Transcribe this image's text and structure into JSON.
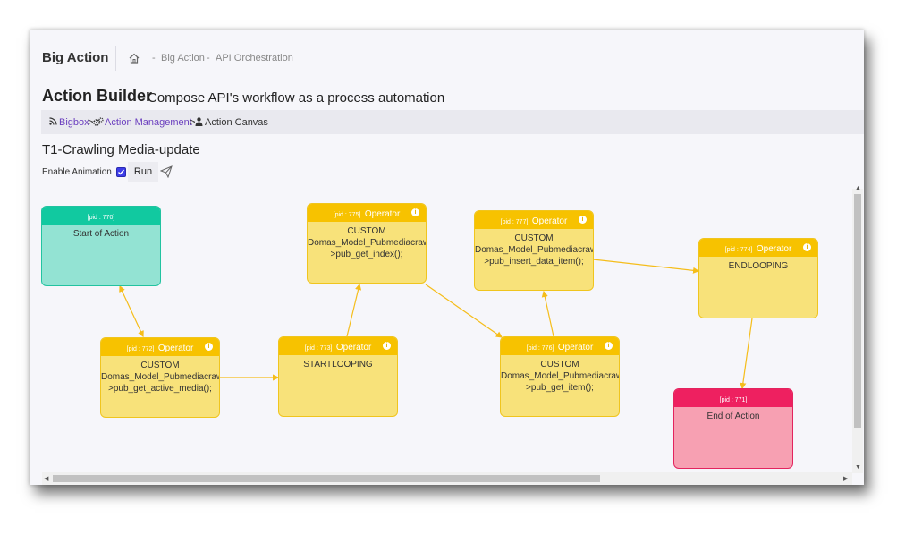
{
  "header": {
    "brand": "Big Action",
    "crumb_sep": "-",
    "crumbs": [
      "Big Action",
      "API Orchestration"
    ]
  },
  "page": {
    "title": "Action Builder",
    "subtitle": "Compose API's workflow as a process automation"
  },
  "breadcrumb": {
    "items": [
      "Bigbox",
      "Action Management",
      "Action Canvas"
    ],
    "sep": ">"
  },
  "canvas": {
    "title": "T1-Crawling Media-update",
    "enable_animation_label": "Enable Animation",
    "enable_animation_checked": true,
    "run_label": "Run"
  },
  "nodes": {
    "n770": {
      "pid": "[pid : 770]",
      "kind": "",
      "lines": [
        "Start of Action"
      ]
    },
    "n772": {
      "pid": "[pid : 772]",
      "kind": "Operator",
      "lines": [
        "CUSTOM",
        "Domas_Model_Pubmediacrawler-",
        ">pub_get_active_media();"
      ]
    },
    "n773": {
      "pid": "[pid : 773]",
      "kind": "Operator",
      "lines": [
        "STARTLOOPING"
      ]
    },
    "n775": {
      "pid": "[pid : 775]",
      "kind": "Operator",
      "lines": [
        "CUSTOM",
        "Domas_Model_Pubmediacrawler-",
        ">pub_get_index();"
      ]
    },
    "n776": {
      "pid": "[pid : 776]",
      "kind": "Operator",
      "lines": [
        "CUSTOM",
        "Domas_Model_Pubmediacrawler-",
        ">pub_get_item();"
      ]
    },
    "n777": {
      "pid": "[pid : 777]",
      "kind": "Operator",
      "lines": [
        "CUSTOM",
        "Domas_Model_Pubmediacrawler-",
        ">pub_insert_data_item();"
      ]
    },
    "n774": {
      "pid": "[pid : 774]",
      "kind": "Operator",
      "lines": [
        "ENDLOOPING"
      ]
    },
    "n771": {
      "pid": "[pid : 771]",
      "kind": "",
      "lines": [
        "End of Action"
      ]
    }
  },
  "colors": {
    "operator_header": "#f7c200",
    "operator_body": "#f8e27a",
    "start_header": "#11c9a0",
    "start_body": "#93e3d3",
    "end_header": "#ee2060",
    "end_body": "#f7a0b2",
    "connector": "#f5bd1a",
    "link": "#6b3fbf"
  },
  "icons": {
    "home": "home-icon",
    "rss": "rss-icon",
    "cogs": "cogs-icon",
    "user": "user-icon",
    "send": "paper-plane-icon",
    "info": "info-icon"
  }
}
